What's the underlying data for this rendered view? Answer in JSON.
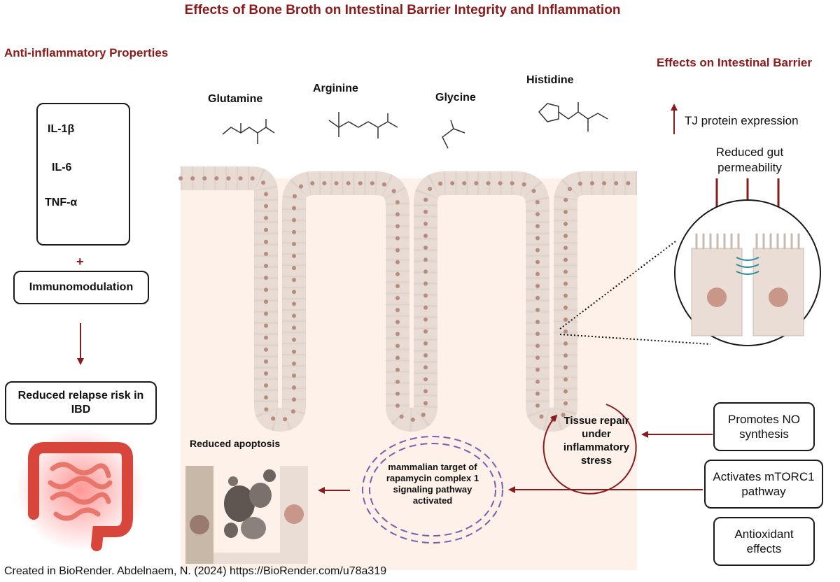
{
  "title": "Effects of Bone Broth on Intestinal Barrier Integrity and Inflammation",
  "left": {
    "heading": "Anti-inflammatory Properties",
    "cytokines": [
      "IL-1β",
      "IL-6",
      "TNF-α"
    ],
    "plus": "+",
    "immunomodulation": "Immunomodulation",
    "relapse": "Reduced relapse risk in IBD"
  },
  "amino_acids": [
    "Glutamine",
    "Arginine",
    "Glycine",
    "Histidine"
  ],
  "right": {
    "heading": "Effects on Intestinal Barrier",
    "tj": "TJ protein expression",
    "permeability": "Reduced gut permeability",
    "no": "Promotes NO synthesis",
    "mtorc": "Activates mTORC1 pathway",
    "antiox": "Antioxidant effects"
  },
  "center": {
    "tissue": "Tissue repair under inflammatory stress",
    "mtor_signal": "mammalian target of rapamycin complex 1 signaling pathway activated",
    "apoptosis": "Reduced apoptosis"
  },
  "credit": "Created in BioRender. Abdelnaem, N. (2024) https://BioRender.com/u78a319",
  "colors": {
    "accent": "#8b1a1a",
    "mucosa": "#fdf1ea",
    "cell": "#e9ddd6",
    "nucleus": "#b58d82",
    "dashed": "#7b5ea8"
  }
}
